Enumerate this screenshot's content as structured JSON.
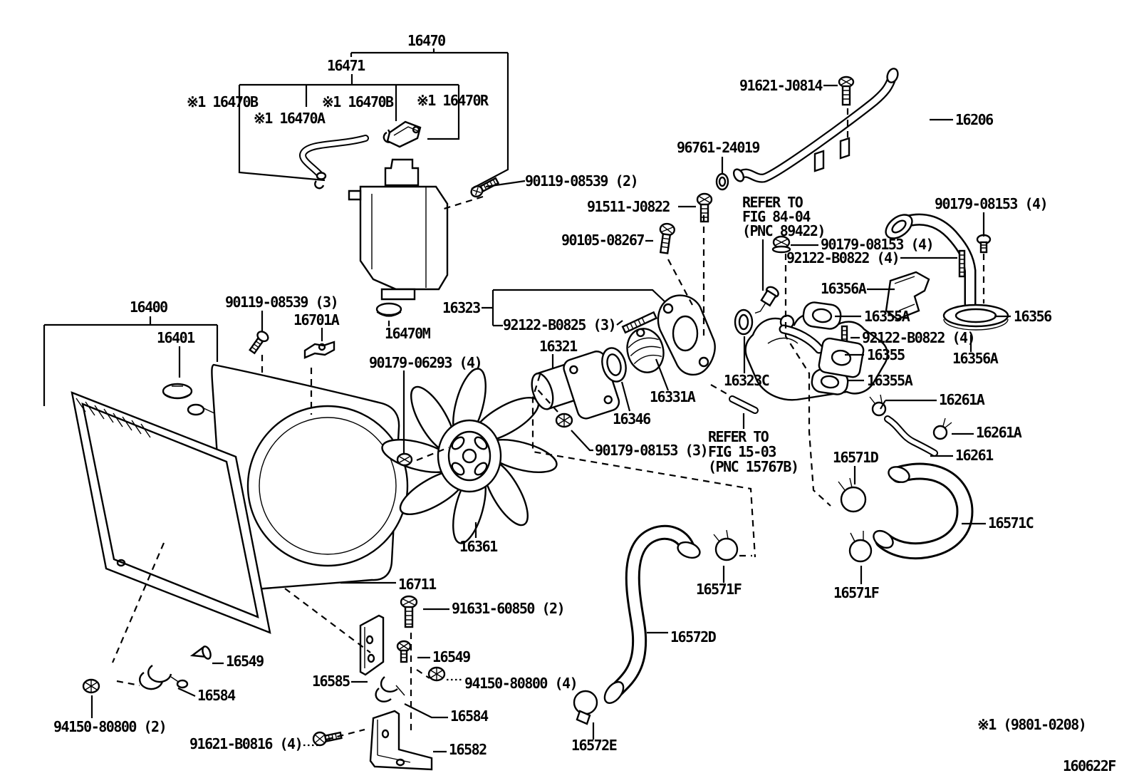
{
  "colors": {
    "line": "#000000",
    "background": "#ffffff"
  },
  "labels": [
    "16470",
    "16471",
    "※1 16470B",
    "※1 16470A",
    "※1 16470B",
    "※1 16470R",
    "91621-J0814",
    "16206",
    "96761-24019",
    "90119-08539 (2)",
    "91511-J0822",
    "90105-08267",
    "90179-08153 (4)",
    "90179-08153 (4)",
    "92122-B0822 (4)",
    "16356A",
    "16355A",
    "16356",
    "92122-B0822 (4)",
    "16355",
    "16356A",
    "16355A",
    "16400",
    "16401",
    "90119-08539 (3)",
    "16701A",
    "16470M",
    "16323",
    "92122-B0825 (3)",
    "16321",
    "90179-06293 (4)",
    "16323C",
    "16331A",
    "16346",
    "90179-08153 (3)",
    "16261A",
    "16261A",
    "16261",
    "16571D",
    "16571C",
    "16361",
    "16711",
    "16571F",
    "16571F",
    "91631-60850 (2)",
    "16572D",
    "16549",
    "16549",
    "16585",
    "94150-80800 (4)",
    "16584",
    "16584",
    "94150-80800 (2)",
    "91621-B0816 (4)",
    "16582",
    "16572E"
  ],
  "notes": {
    "note1": [
      "REFER TO",
      "FIG 84-04",
      "(PNC 89422)"
    ],
    "note2": [
      "REFER TO",
      "FIG 15-03",
      "(PNC 15767B)"
    ]
  },
  "footnote": "※1 (9801-0208)",
  "drawing_number": "160622F"
}
